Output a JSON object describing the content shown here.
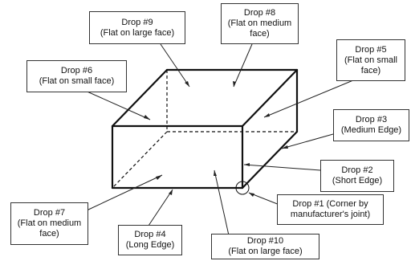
{
  "labels": {
    "drop9": {
      "line1": "Drop #9",
      "line2": "(Flat on large face)"
    },
    "drop8": {
      "line1": "Drop #8",
      "line2": "(Flat on medium",
      "line3": "face)"
    },
    "drop6": {
      "line1": "Drop #6",
      "line2": "(Flat on small face)"
    },
    "drop5": {
      "line1": "Drop #5",
      "line2": "(Flat on small",
      "line3": "face)"
    },
    "drop3": {
      "line1": "Drop #3",
      "line2": "(Medium Edge)"
    },
    "drop2": {
      "line1": "Drop #2",
      "line2": "(Short Edge)"
    },
    "drop1": {
      "line1": "Drop #1 (Corner by",
      "line2": "manufacturer's joint)"
    },
    "drop7": {
      "line1": "Drop #7",
      "line2": "(Flat on medium",
      "line3": "face)"
    },
    "drop4": {
      "line1": "Drop #4",
      "line2": "(Long Edge)"
    },
    "drop10": {
      "line1": "Drop #10",
      "line2": "(Flat on large face)"
    }
  }
}
